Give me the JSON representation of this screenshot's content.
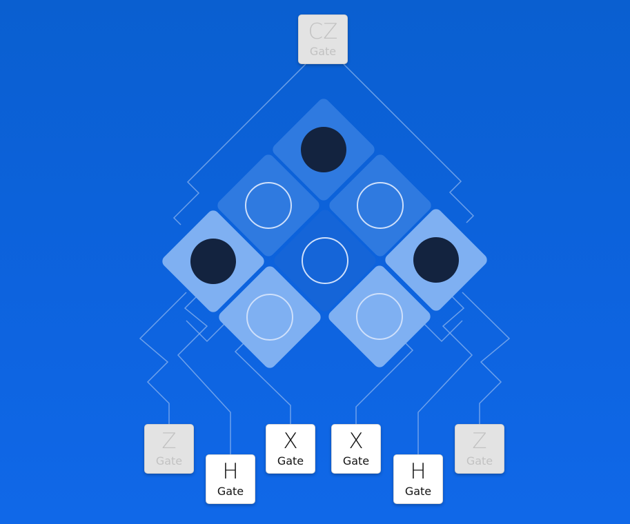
{
  "colors": {
    "background": "#0b62d8",
    "tile_light": "#7fb0f2",
    "tile_mid": "#2f7ae0",
    "tile_dark": "#1565d8",
    "filled_dot": "#13233f",
    "ring": "#cfe0fb",
    "wire": "#8db6ef"
  },
  "gates": [
    {
      "id": "cz",
      "symbol": "CZ",
      "label": "Gate",
      "state": "dim"
    },
    {
      "id": "z-left",
      "symbol": "Z",
      "label": "Gate",
      "state": "dim"
    },
    {
      "id": "h-left",
      "symbol": "H",
      "label": "Gate",
      "state": "active"
    },
    {
      "id": "x-left",
      "symbol": "X",
      "label": "Gate",
      "state": "active"
    },
    {
      "id": "x-right",
      "symbol": "X",
      "label": "Gate",
      "state": "active"
    },
    {
      "id": "h-right",
      "symbol": "H",
      "label": "Gate",
      "state": "active"
    },
    {
      "id": "z-right",
      "symbol": "Z",
      "label": "Gate",
      "state": "dim"
    }
  ],
  "tiles": [
    {
      "id": "top",
      "shade": "mid",
      "marker": "filled"
    },
    {
      "id": "upper-left",
      "shade": "mid",
      "marker": "ring"
    },
    {
      "id": "upper-right",
      "shade": "mid",
      "marker": "ring"
    },
    {
      "id": "center",
      "shade": "dark",
      "marker": "ring"
    },
    {
      "id": "left",
      "shade": "light",
      "marker": "filled"
    },
    {
      "id": "right",
      "shade": "light",
      "marker": "filled"
    },
    {
      "id": "lower-left",
      "shade": "light",
      "marker": "ring"
    },
    {
      "id": "lower-right",
      "shade": "light",
      "marker": "ring"
    }
  ]
}
